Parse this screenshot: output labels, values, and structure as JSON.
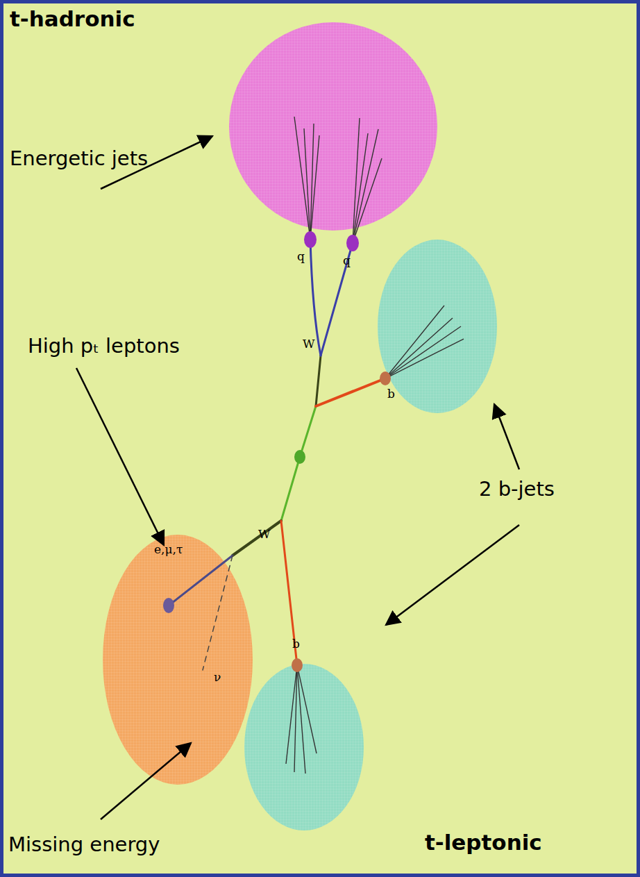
{
  "diagram": {
    "labels": [
      "t-hadronic",
      "Energetic jets",
      "q",
      "q",
      "High pₜ leptons",
      "W",
      "b",
      "2 b-jets",
      "W",
      "e,μ,τ",
      "b",
      "ν",
      "Missing energy",
      "t-leptonic"
    ]
  }
}
